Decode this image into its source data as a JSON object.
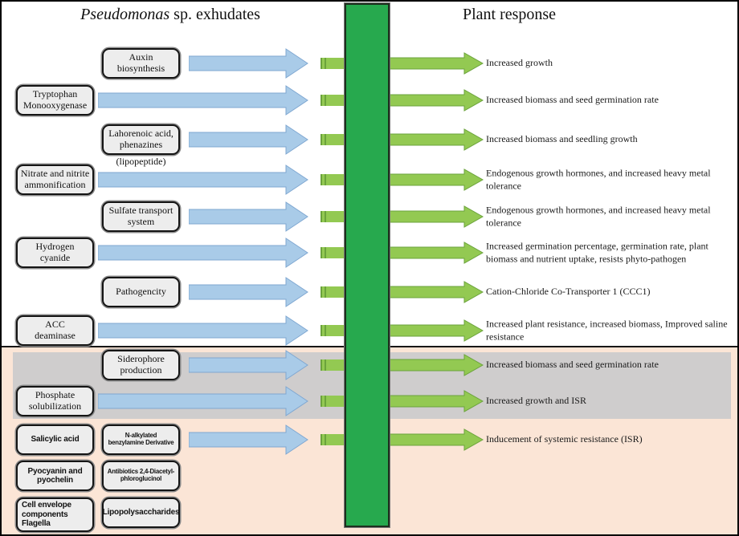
{
  "titles": {
    "left_italic": "Pseudomonas",
    "left_rest": " sp. exhudates",
    "right": "Plant response"
  },
  "rows": [
    {
      "inner": "Auxin\nbiosynthesis",
      "response": "Increased growth"
    },
    {
      "left": "Tryptophan\nMonooxygenase",
      "response": "Increased biomass and seed germination rate"
    },
    {
      "inner": "Lahorenoic acid,\nphenazines",
      "note": "(lipopeptide)",
      "response": "Increased biomass and seedling growth"
    },
    {
      "left": "Nitrate and nitrite\nammonification",
      "response": "Endogenous growth hormones, and increased heavy metal tolerance"
    },
    {
      "inner": "Sulfate transport\nsystem",
      "response": "Endogenous growth hormones, and increased heavy metal tolerance"
    },
    {
      "left": "Hydrogen\ncyanide",
      "response": "Increased germination percentage, germination rate, plant biomass and nutrient uptake, resists phyto-pathogen"
    },
    {
      "inner": "Pathogencity",
      "response": "Cation-Chloride Co-Transporter 1 (CCC1)"
    },
    {
      "left": "ACC\ndeaminase",
      "response": "Increased plant resistance, increased biomass, Improved saline resistance"
    },
    {
      "inner": "Siderophore\nproduction",
      "response": "Increased biomass and seed germination rate"
    },
    {
      "left": "Phosphate\nsolubilization",
      "response": "Increased growth and ISR"
    },
    {
      "left": "Salicylic acid",
      "inner": "N-alkylated\nbenzylamine Derivative",
      "response": "Inducement of systemic resistance (ISR)"
    },
    {
      "left": "Pyocyanin and\npyochelin",
      "inner": "Antibiotics 2,4-Diacetyl-\nphloroglucinol"
    },
    {
      "left": "Cell envelope\ncomponents Flagella",
      "inner": "Lipopolysaccharides"
    }
  ],
  "colors": {
    "blue": "#A9CBE8",
    "blueStroke": "#7FA7D1",
    "green": "#93C952",
    "greenStroke": "#6BA33C",
    "bar": "#27A94E",
    "peach": "#FBE5D6",
    "gray": "#CFCDCD",
    "boxFill": "#EDEDED"
  }
}
